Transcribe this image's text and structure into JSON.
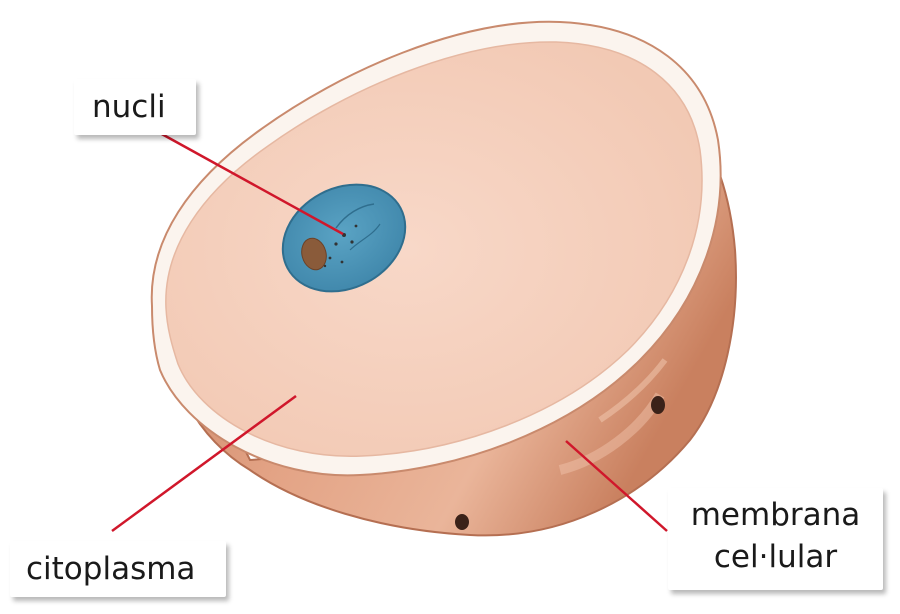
{
  "labels": {
    "nucleus": "nucli",
    "cytoplasm": "citoplasma",
    "membrane_line1": "membrana",
    "membrane_line2": "cel·lular"
  },
  "colors": {
    "leader_line": "#d0172b",
    "cytoplasm": "#f6d3c2",
    "membrane_rim": "#fbf4ee",
    "cell_side": "#dc9475",
    "nucleus": "#4f97b8"
  }
}
